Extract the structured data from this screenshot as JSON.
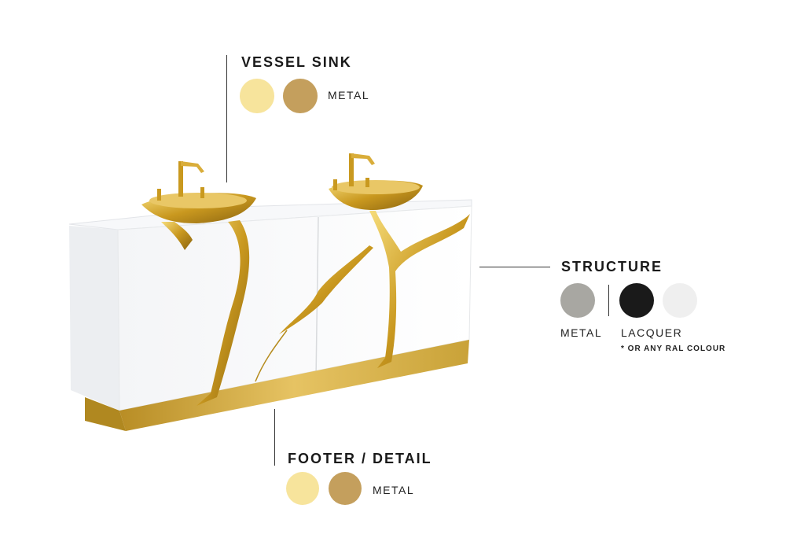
{
  "vessel_sink": {
    "title": "VESSEL SINK",
    "finish_label": "METAL",
    "swatches": [
      {
        "name": "polished brass",
        "color": "#f7e49c"
      },
      {
        "name": "brushed gold",
        "color": "#c49f5d"
      }
    ]
  },
  "structure": {
    "title": "STRUCTURE",
    "metal_label": "METAL",
    "lacquer_label": "LACQUER",
    "note": "* OR ANY RAL COLOUR",
    "swatches": [
      {
        "name": "metal",
        "color": "#a8a7a2"
      },
      {
        "name": "black lacquer",
        "color": "#1a1a1a"
      },
      {
        "name": "white lacquer",
        "color": "#efefef"
      }
    ]
  },
  "footer_detail": {
    "title": "FOOTER / DETAIL",
    "finish_label": "METAL",
    "swatches": [
      {
        "name": "polished brass",
        "color": "#f7e49c"
      },
      {
        "name": "brushed gold",
        "color": "#c49f5d"
      }
    ]
  },
  "colors": {
    "gold": "#d4a62a",
    "gold_dark": "#9c7414",
    "white": "#ffffff",
    "shade": "#eef0f2"
  }
}
